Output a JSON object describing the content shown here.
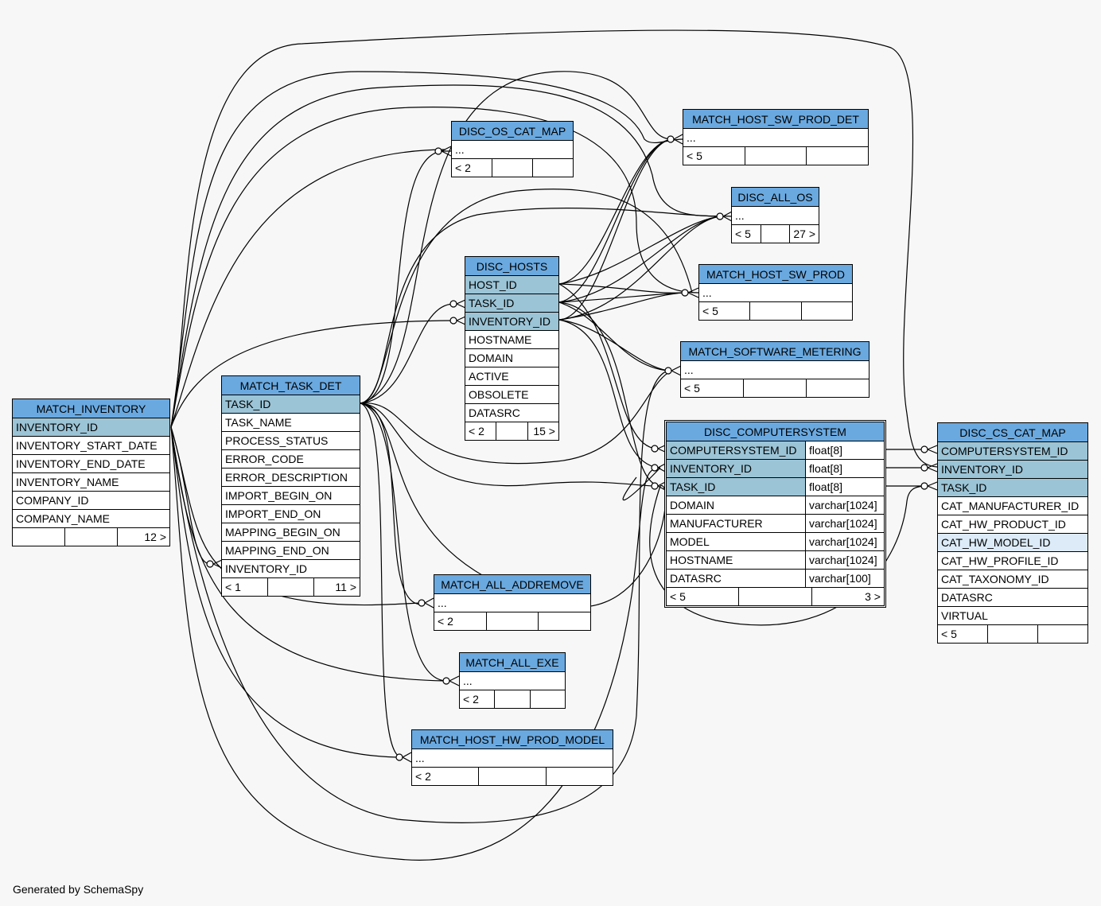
{
  "footer": "Generated by SchemaSpy",
  "tables": {
    "match_inventory": {
      "name": "MATCH_INVENTORY",
      "columns": [
        "INVENTORY_ID",
        "INVENTORY_START_DATE",
        "INVENTORY_END_DATE",
        "INVENTORY_NAME",
        "COMPANY_ID",
        "COMPANY_NAME"
      ],
      "footer": [
        "",
        "",
        "12 >"
      ]
    },
    "match_task_det": {
      "name": "MATCH_TASK_DET",
      "columns": [
        "TASK_ID",
        "TASK_NAME",
        "PROCESS_STATUS",
        "ERROR_CODE",
        "ERROR_DESCRIPTION",
        "IMPORT_BEGIN_ON",
        "IMPORT_END_ON",
        "MAPPING_BEGIN_ON",
        "MAPPING_END_ON",
        "INVENTORY_ID"
      ],
      "footer": [
        "< 1",
        "",
        "11 >"
      ]
    },
    "disc_os_cat_map": {
      "name": "DISC_OS_CAT_MAP",
      "columns": [
        "..."
      ],
      "footer": [
        "< 2",
        "",
        ""
      ]
    },
    "disc_hosts": {
      "name": "DISC_HOSTS",
      "columns": [
        "HOST_ID",
        "TASK_ID",
        "INVENTORY_ID",
        "HOSTNAME",
        "DOMAIN",
        "ACTIVE",
        "OBSOLETE",
        "DATASRC"
      ],
      "footer": [
        "< 2",
        "",
        "15 >"
      ]
    },
    "match_host_sw_prod_det": {
      "name": "MATCH_HOST_SW_PROD_DET",
      "columns": [
        "..."
      ],
      "footer": [
        "< 5",
        "",
        ""
      ]
    },
    "disc_all_os": {
      "name": "DISC_ALL_OS",
      "columns": [
        "..."
      ],
      "footer": [
        "< 5",
        "",
        "27 >"
      ]
    },
    "match_host_sw_prod": {
      "name": "MATCH_HOST_SW_PROD",
      "columns": [
        "..."
      ],
      "footer": [
        "< 5",
        "",
        ""
      ]
    },
    "match_software_metering": {
      "name": "MATCH_SOFTWARE_METERING",
      "columns": [
        "..."
      ],
      "footer": [
        "< 5",
        "",
        ""
      ]
    },
    "disc_computersystem": {
      "name": "DISC_COMPUTERSYSTEM",
      "columns": [
        "COMPUTERSYSTEM_ID",
        "INVENTORY_ID",
        "TASK_ID",
        "DOMAIN",
        "MANUFACTURER",
        "MODEL",
        "HOSTNAME",
        "DATASRC"
      ],
      "types": [
        "float[8]",
        "float[8]",
        "float[8]",
        "varchar[1024]",
        "varchar[1024]",
        "varchar[1024]",
        "varchar[1024]",
        "varchar[100]"
      ],
      "footer": [
        "< 5",
        "",
        "3 >"
      ]
    },
    "disc_cs_cat_map": {
      "name": "DISC_CS_CAT_MAP",
      "columns": [
        "COMPUTERSYSTEM_ID",
        "INVENTORY_ID",
        "TASK_ID",
        "CAT_MANUFACTURER_ID",
        "CAT_HW_PRODUCT_ID",
        "CAT_HW_MODEL_ID",
        "CAT_HW_PROFILE_ID",
        "CAT_TAXONOMY_ID",
        "DATASRC",
        "VIRTUAL"
      ],
      "footer": [
        "< 5",
        "",
        ""
      ]
    },
    "match_all_addremove": {
      "name": "MATCH_ALL_ADDREMOVE",
      "columns": [
        "..."
      ],
      "footer": [
        "< 2",
        "",
        ""
      ]
    },
    "match_all_exe": {
      "name": "MATCH_ALL_EXE",
      "columns": [
        "..."
      ],
      "footer": [
        "< 2",
        "",
        ""
      ]
    },
    "match_host_hw_prod_model": {
      "name": "MATCH_HOST_HW_PROD_MODEL",
      "columns": [
        "..."
      ],
      "footer": [
        "< 2",
        "",
        ""
      ]
    }
  },
  "colors": {
    "header": "#6aa9e0",
    "primary_key": "#9bc4d6",
    "highlight": "#dcebf7",
    "background": "#f7f7f7"
  }
}
